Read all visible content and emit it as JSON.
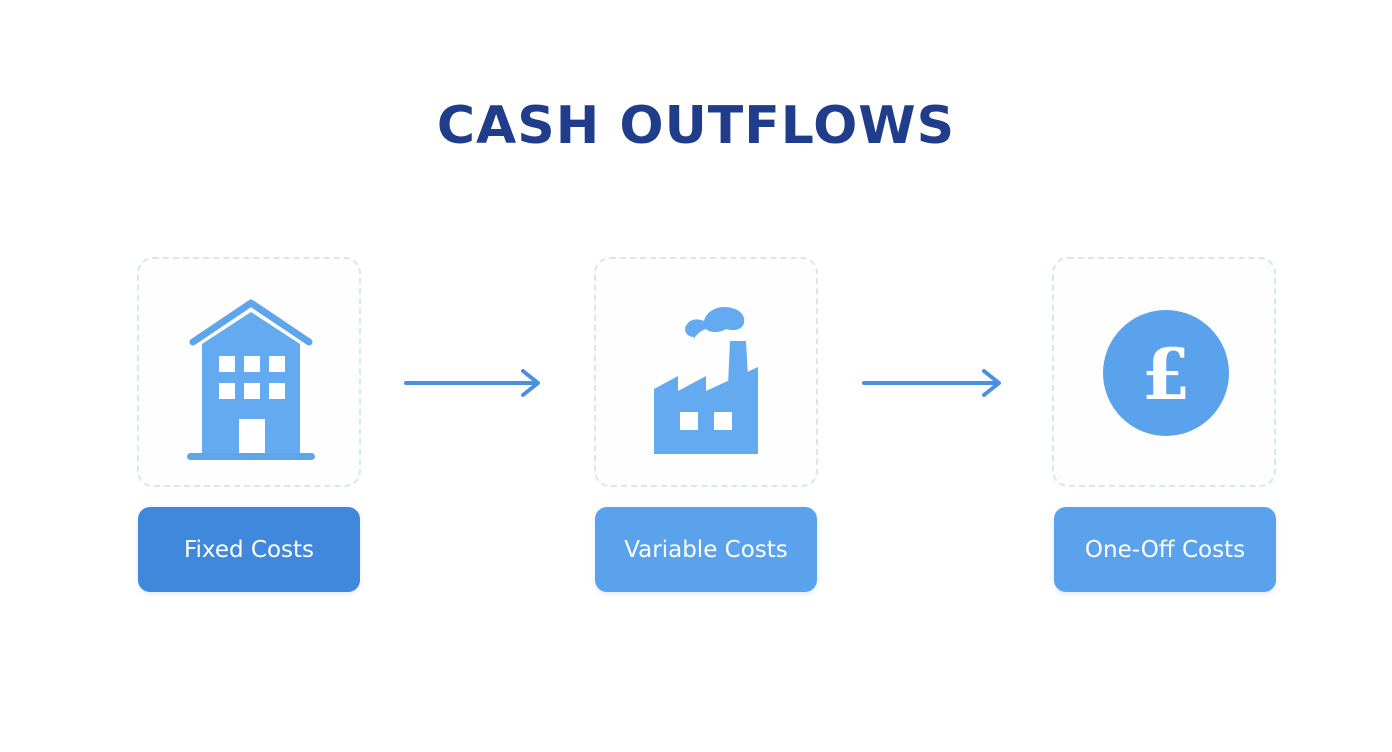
{
  "title": "CASH OUTFLOWS",
  "colors": {
    "title": "#1f3d8a",
    "icon": "#64aaf0",
    "arrow": "#4a90e2",
    "card_border": "#d6e6f5",
    "label_fixed": "#3f88dc",
    "label_variable": "#5aa2ec",
    "label_oneoff": "#5aa2ec"
  },
  "steps": [
    {
      "icon": "building-icon",
      "label": "Fixed Costs"
    },
    {
      "icon": "factory-icon",
      "label": "Variable Costs"
    },
    {
      "icon": "pound-coin-icon",
      "label": "One-Off Costs"
    }
  ],
  "connectors": [
    {
      "from": "Fixed Costs",
      "to": "Variable Costs",
      "icon": "arrow-right-icon"
    },
    {
      "from": "Variable Costs",
      "to": "One-Off Costs",
      "icon": "arrow-right-icon"
    }
  ]
}
